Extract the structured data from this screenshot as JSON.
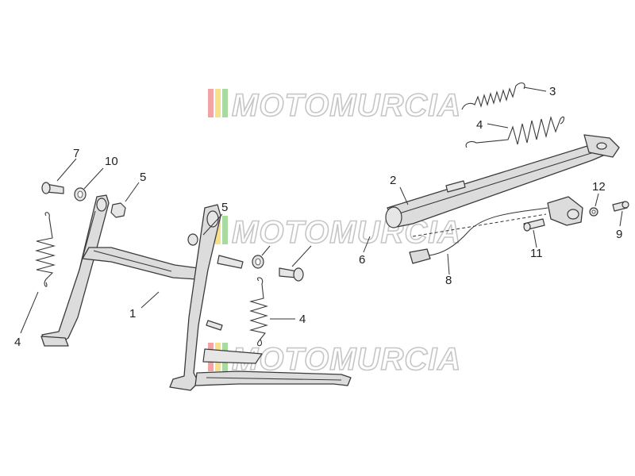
{
  "watermark": {
    "text": "MOTOMURCIA",
    "stripe_colors": [
      "#f2a3a3",
      "#f7e08a",
      "#a9dba0"
    ]
  },
  "callouts": [
    {
      "id": "c1",
      "label": "1"
    },
    {
      "id": "c2",
      "label": "2"
    },
    {
      "id": "c3",
      "label": "3"
    },
    {
      "id": "c4a",
      "label": "4"
    },
    {
      "id": "c4b",
      "label": "4"
    },
    {
      "id": "c4c",
      "label": "4"
    },
    {
      "id": "c5a",
      "label": "5"
    },
    {
      "id": "c5b",
      "label": "5"
    },
    {
      "id": "c6",
      "label": "6"
    },
    {
      "id": "c7",
      "label": "7"
    },
    {
      "id": "c8",
      "label": "8"
    },
    {
      "id": "c9",
      "label": "9"
    },
    {
      "id": "c10",
      "label": "10"
    },
    {
      "id": "c11",
      "label": "11"
    },
    {
      "id": "c12",
      "label": "12"
    }
  ]
}
